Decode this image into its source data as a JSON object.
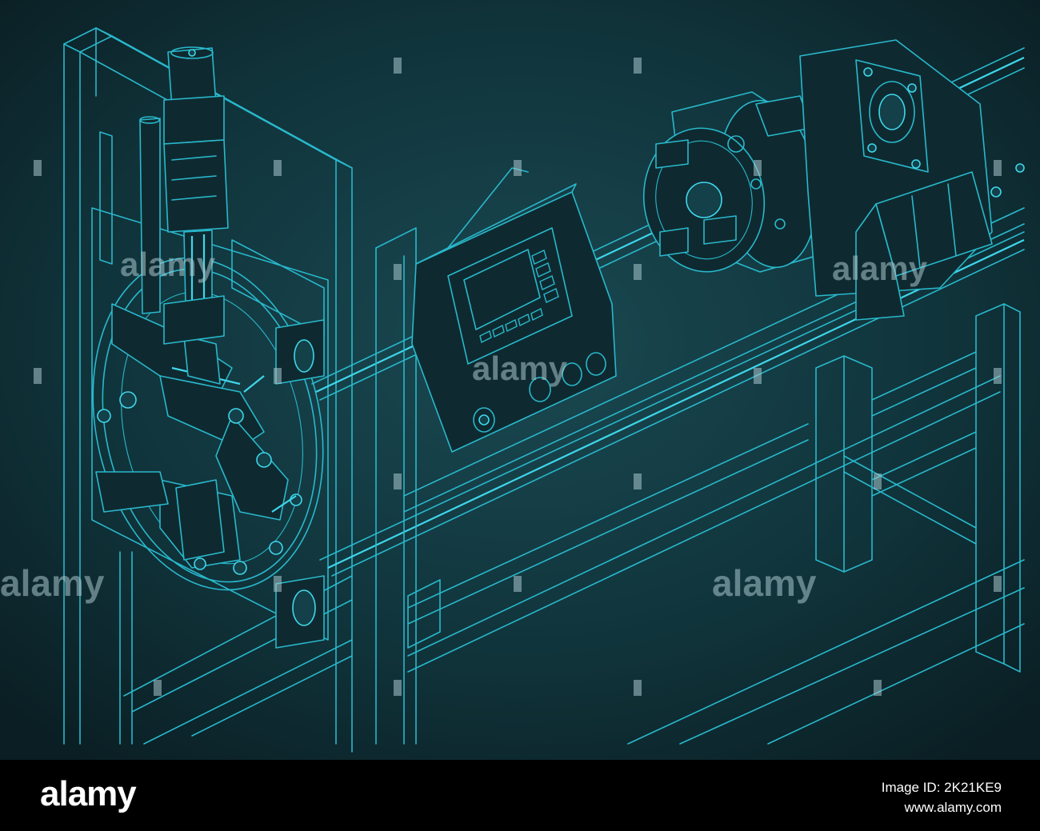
{
  "watermark": {
    "text": "alamy"
  },
  "footer": {
    "brand": "alamy",
    "image_id": "Image ID: 2K21KE9",
    "site": "www.alamy.com"
  },
  "colors": {
    "background": "#0b1316",
    "line": "#29b8cc",
    "highlight": "#3fd6ea",
    "footer_bg": "#000000",
    "footer_text": "#ffffff"
  }
}
